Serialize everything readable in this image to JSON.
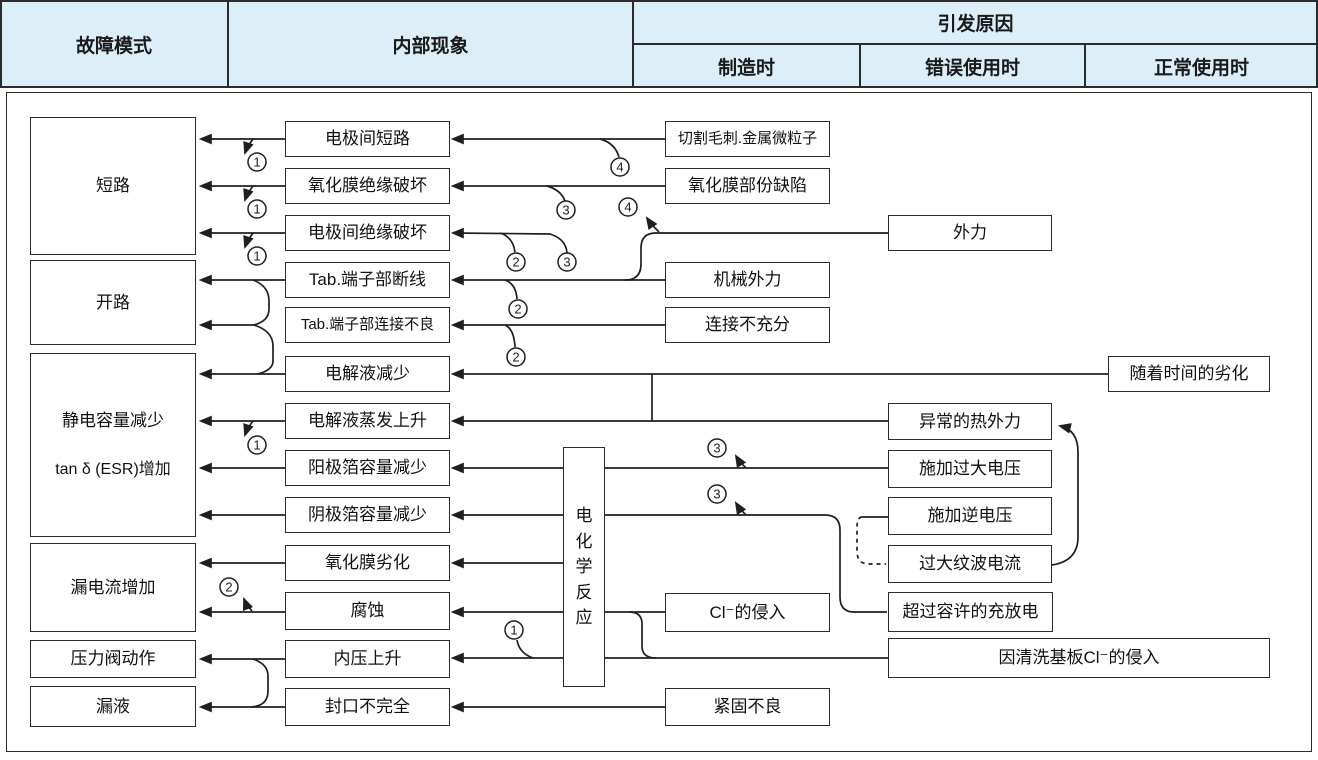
{
  "header": {
    "fault_mode": "故障模式",
    "internal": "内部现象",
    "cause": "引发原因",
    "sub_manufacturing": "制造时",
    "sub_misuse": "错误使用时",
    "sub_normal": "正常使用时"
  },
  "fault_modes": [
    {
      "label": "短路"
    },
    {
      "label": "开路"
    },
    {
      "label": "静电容量减少",
      "label2": "tan δ (ESR)增加"
    },
    {
      "label": "漏电流增加"
    },
    {
      "label": "压力阀动作"
    },
    {
      "label": "漏液"
    }
  ],
  "phenomena": [
    {
      "label": "电极间短路"
    },
    {
      "label": "氧化膜绝缘破坏"
    },
    {
      "label": "电极间绝缘破坏"
    },
    {
      "label": "Tab.端子部断线"
    },
    {
      "label": "Tab.端子部连接不良"
    },
    {
      "label": "电解液减少"
    },
    {
      "label": "电解液蒸发上升"
    },
    {
      "label": "阳极箔容量减少"
    },
    {
      "label": "阴极箔容量减少"
    },
    {
      "label": "氧化膜劣化"
    },
    {
      "label": "腐蚀"
    },
    {
      "label": "内压上升"
    },
    {
      "label": "封口不完全"
    }
  ],
  "reaction": {
    "label": "电化学反应"
  },
  "causes_manufacturing": [
    {
      "label": "切割毛刺.金属微粒子"
    },
    {
      "label": "氧化膜部份缺陷"
    },
    {
      "label": "机械外力"
    },
    {
      "label": "连接不充分"
    },
    {
      "label": "Cl⁻的侵入"
    },
    {
      "label": "紧固不良"
    }
  ],
  "causes_misuse": [
    {
      "label": "外力"
    },
    {
      "label": "异常的热外力"
    },
    {
      "label": "施加过大电压"
    },
    {
      "label": "施加逆电压"
    },
    {
      "label": "过大纹波电流"
    },
    {
      "label": "超过容许的充放电"
    },
    {
      "label": "因清洗基板Cl⁻的侵入"
    }
  ],
  "causes_normal": [
    {
      "label": "随着时间的劣化"
    }
  ],
  "connectors": {
    "c1": "1",
    "c2": "2",
    "c3": "3",
    "c4": "4"
  },
  "colors": {
    "header_bg": "#dceef7",
    "line": "#1f1f1f",
    "border": "#2b2b2b",
    "body_bg": "#ffffff"
  }
}
